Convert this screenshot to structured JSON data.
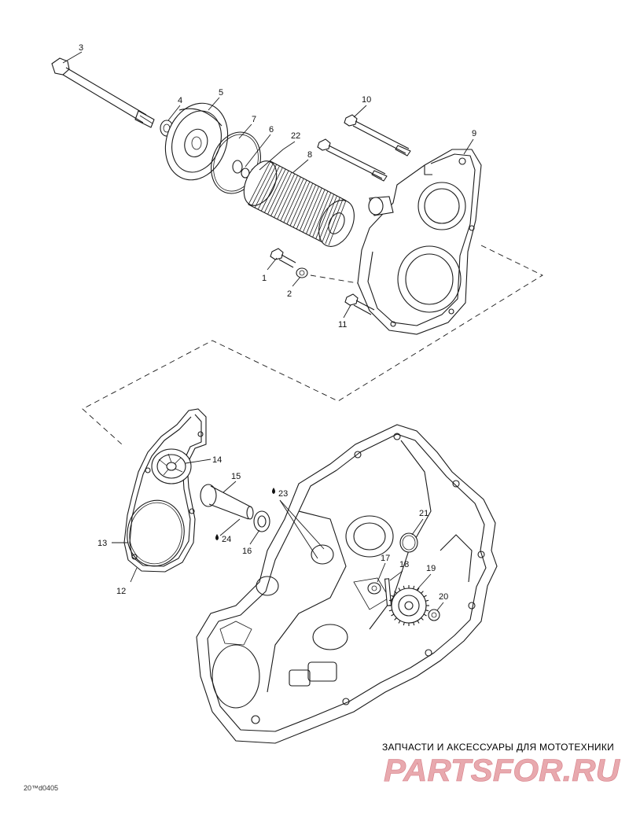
{
  "callouts": {
    "c1": "1",
    "c2": "2",
    "c3": "3",
    "c4": "4",
    "c5": "5",
    "c6": "6",
    "c7": "7",
    "c8": "8",
    "c9": "9",
    "c10": "10",
    "c11": "11",
    "c12": "12",
    "c13": "13",
    "c14": "14",
    "c15": "15",
    "c16": "16",
    "c17": "17",
    "c18": "18",
    "c19": "19",
    "c20": "20",
    "c21": "21",
    "c22": "22",
    "c23": "23",
    "c24": "24"
  },
  "figure_code": "20™d0405",
  "watermark": {
    "tagline": "ЗАПЧАСТИ И АКСЕССУАРЫ ДЛЯ МОТОТЕХНИКИ",
    "logo_text": "PARTSFOR.RU"
  },
  "colors": {
    "line": "#1a1a1a",
    "watermark": "#e8a9ae"
  }
}
